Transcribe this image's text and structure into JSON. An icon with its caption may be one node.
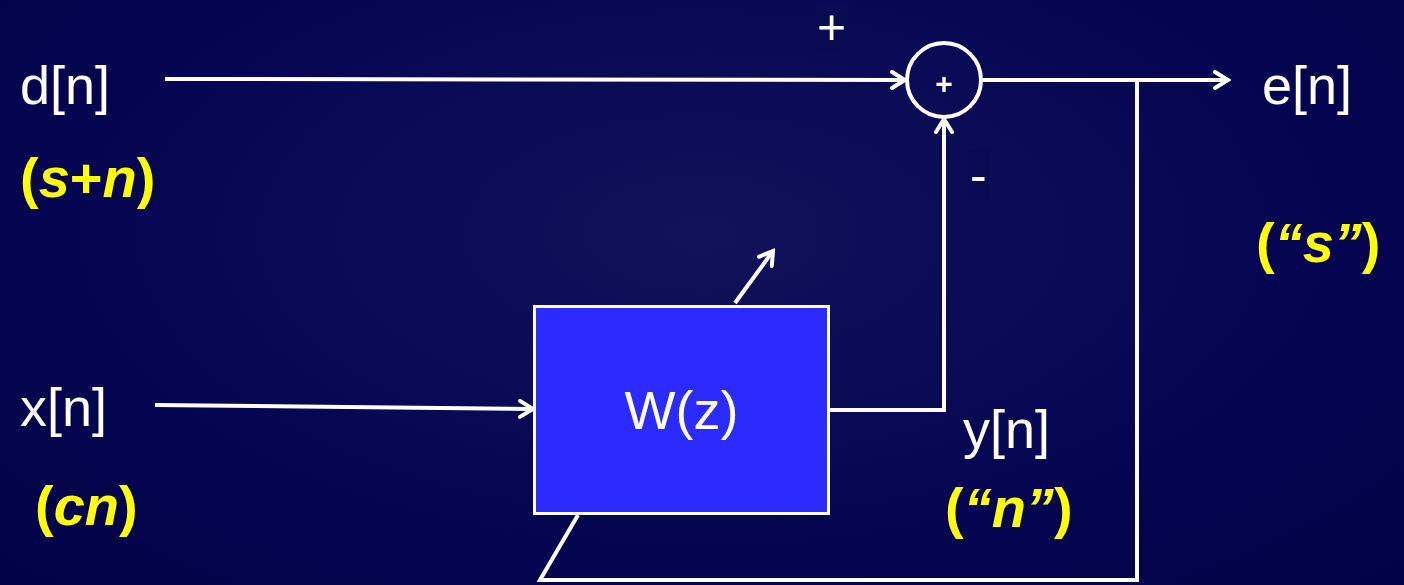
{
  "diagram": {
    "nodes": [
      {
        "text": [
          "d[n]",
          "(*s*+*n*)"
        ]
      },
      {
        "text": [
          "x[n]",
          "(*cn*)"
        ]
      },
      {
        "text": [
          "W(z)"
        ]
      },
      {
        "text": [
          "+"
        ]
      },
      {
        "text": [
          "e[n]",
          "(*“s”*)"
        ]
      }
    ],
    "edges": [
      {
        "from": 0,
        "to": 3,
        "arrow": "to",
        "label": "+"
      },
      {
        "from": 1,
        "to": 2,
        "arrow": "to"
      },
      {
        "from": 2,
        "to": 3,
        "arrow": "to",
        "label": "-"
      },
      {
        "from": 3,
        "to": 4,
        "arrow": "to"
      },
      {
        "from": 3,
        "to": 2,
        "arrow": "none"
      }
    ],
    "labels": [
      "y[n]",
      "(*“n”*)"
    ]
  }
}
